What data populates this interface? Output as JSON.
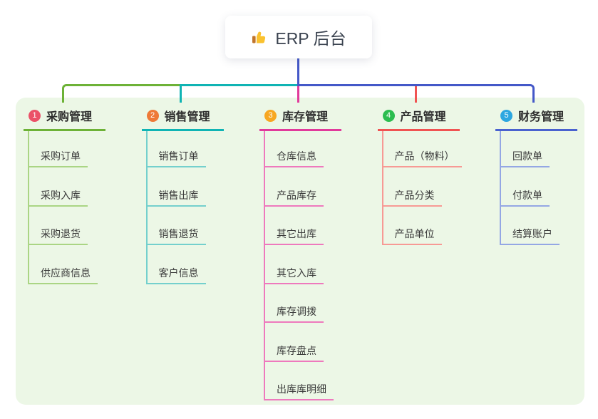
{
  "root": {
    "label": "ERP 后台",
    "icon": "thumbs-up-icon"
  },
  "colors": {
    "canvas_background": "#ffffff",
    "panel_background": "#ecf7e6",
    "root_connector": "#4458c8",
    "root_text": "#3b4350",
    "header_text": "#2e2e2e",
    "child_text": "#3a3a3a"
  },
  "branches": [
    {
      "badge": "1",
      "label": "采购管理",
      "badge_color": "#eb5168",
      "line_color": "#6db237",
      "child_line_color": "#aad584",
      "children": [
        "采购订单",
        "采购入库",
        "采购退货",
        "供应商信息"
      ]
    },
    {
      "badge": "2",
      "label": "销售管理",
      "badge_color": "#ee7a38",
      "line_color": "#10b4b4",
      "child_line_color": "#74d0cd",
      "children": [
        "销售订单",
        "销售出库",
        "销售退货",
        "客户信息"
      ]
    },
    {
      "badge": "3",
      "label": "库存管理",
      "badge_color": "#f7a722",
      "line_color": "#e13a9b",
      "child_line_color": "#ee79bd",
      "children": [
        "仓库信息",
        "产品库存",
        "其它出库",
        "其它入库",
        "库存调拨",
        "库存盘点",
        "出库库明细"
      ]
    },
    {
      "badge": "4",
      "label": "产品管理",
      "badge_color": "#2cbd50",
      "line_color": "#f05352",
      "child_line_color": "#f79a95",
      "children": [
        "产品（物料）",
        "产品分类",
        "产品单位"
      ]
    },
    {
      "badge": "5",
      "label": "财务管理",
      "badge_color": "#2ca7e0",
      "line_color": "#4a62cf",
      "child_line_color": "#94a7e4",
      "children": [
        "回款单",
        "付款单",
        "结算账户"
      ]
    }
  ]
}
